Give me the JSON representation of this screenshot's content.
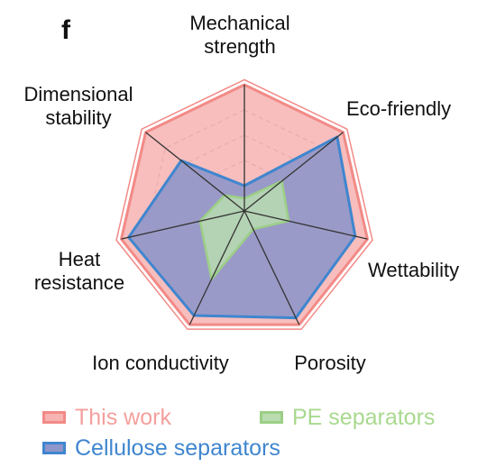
{
  "panel_label": "f",
  "colors": {
    "this_work_fill": "#f6b3b1",
    "this_work_line": "#f28a87",
    "cellulose_fill": "#8f96c9",
    "cellulose_line": "#3f86cf",
    "pe_fill": "#b9dcb0",
    "pe_line": "#9ccf86",
    "axis": "#333333",
    "grid": "#888888",
    "this_work_text": "#f4a09d",
    "pe_text": "#a9d98f",
    "cellulose_text": "#3f86cf"
  },
  "chart_data": {
    "type": "radar",
    "axes": [
      [
        "Mechanical",
        "strength"
      ],
      [
        "Eco-friendly"
      ],
      [
        "Wettability"
      ],
      [
        "Porosity"
      ],
      [
        "Ion conductivity"
      ],
      [
        "Heat",
        "resistance"
      ],
      [
        "Dimensional",
        "stability"
      ]
    ],
    "range": [
      0,
      5
    ],
    "gridlines": 5,
    "grid": true,
    "legend_position": "bottom",
    "series": [
      {
        "name": "This work",
        "values": [
          5,
          5,
          5,
          5,
          5,
          5,
          5
        ]
      },
      {
        "name": "Cellulose separators",
        "values": [
          1.0,
          4.7,
          4.5,
          4.7,
          4.6,
          4.7,
          3.2
        ]
      },
      {
        "name": "PE separators",
        "values": [
          0.5,
          1.9,
          1.8,
          0.8,
          3.0,
          1.8,
          1.0
        ]
      }
    ]
  }
}
